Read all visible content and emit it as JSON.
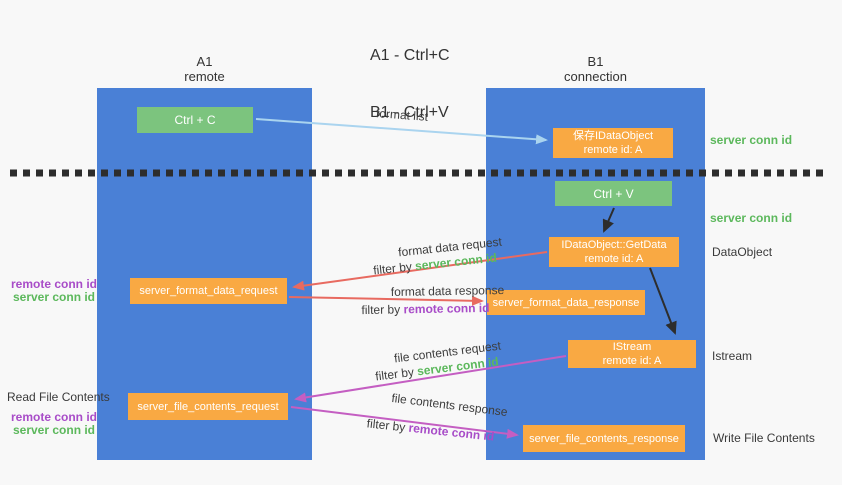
{
  "title": {
    "line1": "A1 - Ctrl+C",
    "line2": "B1 - Ctrl+V"
  },
  "columns": {
    "left": {
      "name": "A1",
      "role": "remote"
    },
    "right": {
      "name": "B1",
      "role": "connection"
    }
  },
  "nodes": {
    "ctrl_c": "Ctrl + C",
    "ctrl_v": "Ctrl + V",
    "save_dataobject": {
      "line1": "保存IDataObject",
      "line2": "remote id: A"
    },
    "getdata": {
      "line1": "IDataObject::GetData",
      "line2": "remote id: A"
    },
    "istream": {
      "line1": "IStream",
      "line2": "remote id: A"
    },
    "format_request": "server_format_data_request",
    "format_response": "server_format_data_response",
    "file_request": "server_file_contents_request",
    "file_response": "server_file_contents_response"
  },
  "edge_labels": {
    "format_list": "format list",
    "format_request": {
      "title": "format data request",
      "filter_prefix": "filter by",
      "filter_key": "server conn id"
    },
    "format_response": {
      "title": "format data response",
      "filter_prefix": "filter by",
      "filter_key": "remote conn id"
    },
    "file_request": {
      "title": "file contents request",
      "filter_prefix": "filter by",
      "filter_key": "server conn id"
    },
    "file_response": {
      "title": "file contents response",
      "filter_prefix": "filter by",
      "filter_key": "remote conn id"
    }
  },
  "side_labels": {
    "server_conn_id_top_right": "server conn id",
    "server_conn_id_mid_right": "server conn id",
    "dataobject": "DataObject",
    "istream": "Istream",
    "write_file_contents": "Write File Contents",
    "read_file_contents": "Read File Contents",
    "remote_conn_id_left_top": "remote conn id",
    "server_conn_id_left_top": "server conn id",
    "remote_conn_id_left_bottom": "remote conn id",
    "server_conn_id_left_bottom": "server conn id"
  },
  "colors": {
    "background": "#F8F8F8",
    "lifeline_blue": "#4A80D6",
    "node_orange": "#F9A943",
    "node_green": "#7CC47E",
    "arrow_red": "#E86A60",
    "arrow_magenta": "#C45EC2",
    "arrow_light_blue": "#AAD4EF",
    "arrow_black": "#2D2D2D",
    "label_green": "#5CB85C",
    "label_purple": "#A84CC8"
  }
}
